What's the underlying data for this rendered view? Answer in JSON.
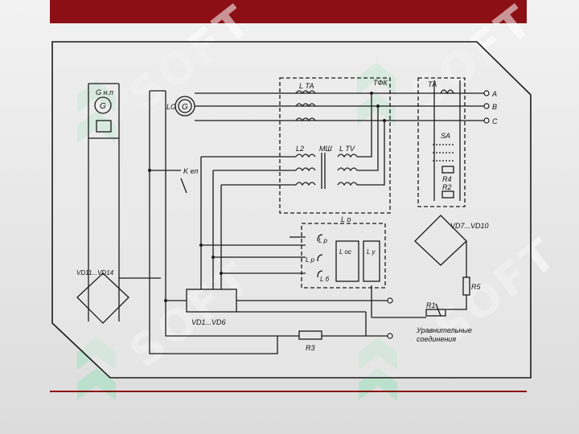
{
  "diagram": {
    "labels": {
      "gen_main": "G",
      "gen_main_label": "LG",
      "exciter": "G",
      "exciter_label": "G н.п",
      "rectifier_bridge": "VD11...VD14",
      "relay": "K еп",
      "tfk": "ТФК",
      "l_ta": "L ТА",
      "l2": "L2",
      "msh": "МШ",
      "l_tv": "L ТV",
      "ta": "ТА",
      "sa": "SA",
      "r4": "R4",
      "r2": "R2",
      "vd7": "VD7...VD10",
      "lo": "L о",
      "lp1": "L р",
      "lp2": "L р",
      "loc": "L ос",
      "ly": "L у",
      "lb": "L б",
      "r5": "R5",
      "r1": "R1",
      "equalizing": "Уравнительные",
      "connections": "соединения",
      "vd1": "VD1...VD6",
      "r3": "R3",
      "phase_a": "A",
      "phase_b": "B",
      "phase_c": "C"
    },
    "watermark": "SOFT"
  },
  "colors": {
    "accent": "#8b0f14",
    "line": "#1a1a1a",
    "watermark_green": "#9fe3c0"
  }
}
